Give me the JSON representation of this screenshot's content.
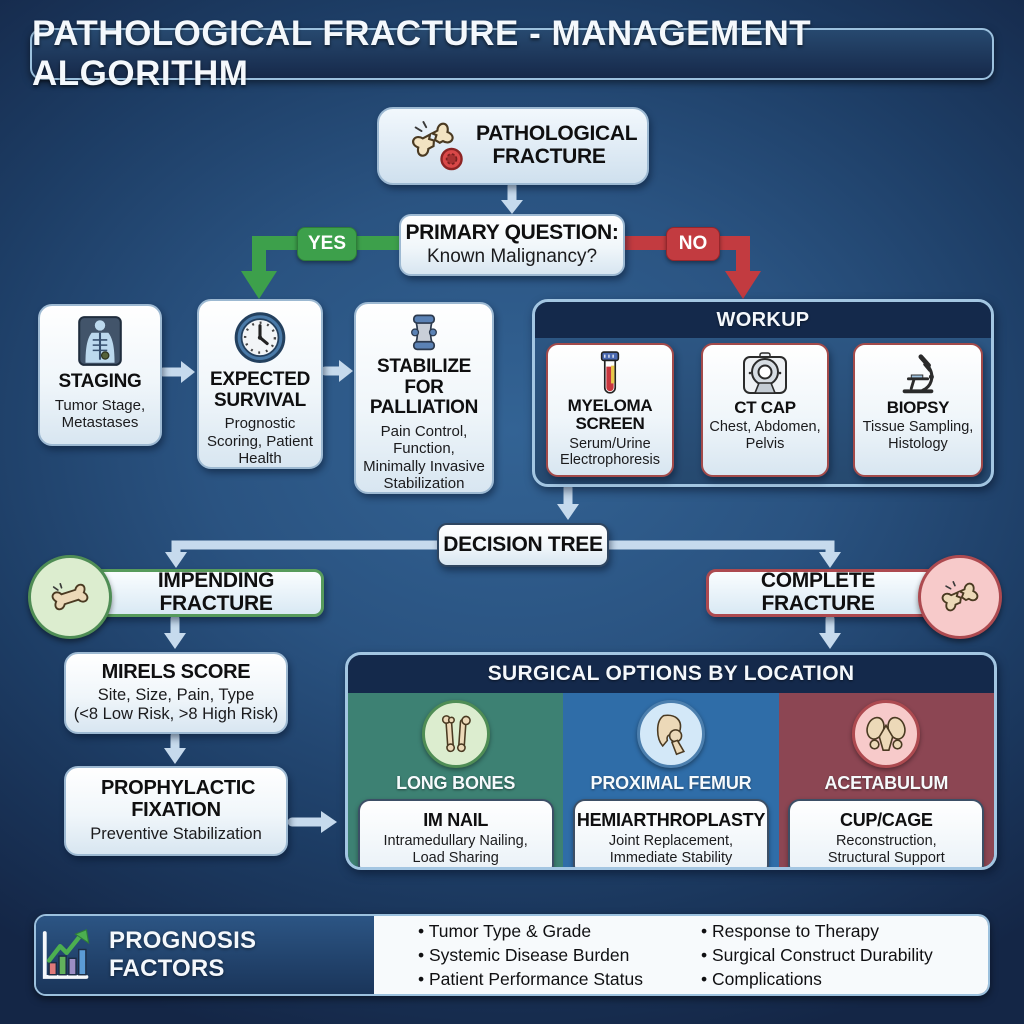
{
  "title": "PATHOLOGICAL FRACTURE - MANAGEMENT ALGORITHM",
  "start": {
    "label": "PATHOLOGICAL FRACTURE"
  },
  "primary_question": {
    "title": "PRIMARY QUESTION:",
    "subtitle": "Known Malignancy?",
    "yes": "YES",
    "no": "NO"
  },
  "known_path": {
    "staging": {
      "title": "STAGING",
      "subtitle": "Tumor Stage, Metastases"
    },
    "survival": {
      "title": "EXPECTED SURVIVAL",
      "subtitle": "Prognostic Scoring, Patient Health"
    },
    "palliation": {
      "title": "STABILIZE FOR PALLIATION",
      "subtitle": "Pain Control, Function, Minimally Invasive Stabilization"
    }
  },
  "workup": {
    "title": "WORKUP",
    "steps": [
      {
        "title": "MYELOMA SCREEN",
        "subtitle": "Serum/Urine Electrophoresis"
      },
      {
        "title": "CT CAP",
        "subtitle": "Chest, Abdomen, Pelvis"
      },
      {
        "title": "BIOPSY",
        "subtitle": "Tissue Sampling, Histology"
      }
    ]
  },
  "decision": {
    "label": "DECISION TREE"
  },
  "impending": {
    "label": "IMPENDING FRACTURE"
  },
  "complete": {
    "label": "COMPLETE FRACTURE"
  },
  "mirels": {
    "title": "MIRELS SCORE",
    "line1": "Site, Size, Pain, Type",
    "line2": "(<8 Low Risk, >8 High Risk)"
  },
  "prophylactic": {
    "title": "PROPHYLACTIC FIXATION",
    "subtitle": "Preventive Stabilization"
  },
  "surgical": {
    "title": "SURGICAL OPTIONS BY LOCATION",
    "columns": [
      {
        "location": "LONG BONES",
        "option": "IM NAIL",
        "detail": "Intramedullary Nailing, Load Sharing"
      },
      {
        "location": "PROXIMAL FEMUR",
        "option": "HEMIARTHROPLASTY",
        "detail": "Joint Replacement, Immediate Stability"
      },
      {
        "location": "ACETABULUM",
        "option": "CUP/CAGE",
        "detail": "Reconstruction, Structural Support"
      }
    ]
  },
  "prognosis": {
    "title": "PROGNOSIS FACTORS",
    "col1": [
      "Tumor Type & Grade",
      "Systemic Disease Burden",
      "Patient Performance Status"
    ],
    "col2": [
      "Response to Therapy",
      "Surgical Construct Durability",
      "Complications"
    ]
  },
  "colors": {
    "background_navy": "#142646",
    "panel_blue": "#2d5584",
    "connector_light_blue": "#c6daed",
    "yes_green": "#3da04b",
    "no_red": "#c23b40",
    "long_bones_green": "#3d8173",
    "proximal_femur_blue": "#2f6da8",
    "acetabulum_maroon": "#8c4653",
    "header_navy": "#14294b"
  }
}
